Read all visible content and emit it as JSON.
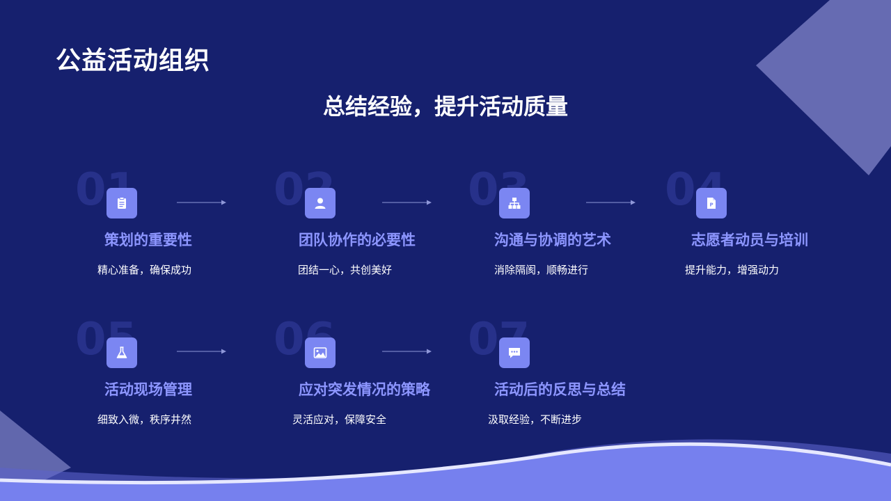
{
  "header": {
    "title": "公益活动组织"
  },
  "subtitle": "总结经验，提升活动质量",
  "steps": [
    {
      "number": "01",
      "icon": "clipboard-icon",
      "title": "策划的重要性",
      "desc": "精心准备，确保成功"
    },
    {
      "number": "02",
      "icon": "user-icon",
      "title": "团队协作的必要性",
      "desc": "团结一心，共创美好"
    },
    {
      "number": "03",
      "icon": "sitemap-icon",
      "title": "沟通与协调的艺术",
      "desc": "消除隔阂，顺畅进行"
    },
    {
      "number": "04",
      "icon": "document-icon",
      "title": "志愿者动员与培训",
      "desc": "提升能力，增强动力"
    },
    {
      "number": "05",
      "icon": "flask-icon",
      "title": "活动现场管理",
      "desc": "细致入微，秩序井然"
    },
    {
      "number": "06",
      "icon": "image-icon",
      "title": "应对突发情况的策略",
      "desc": "灵活应对，保障安全"
    },
    {
      "number": "07",
      "icon": "chat-icon",
      "title": "活动后的反思与总结",
      "desc": "汲取经验，不断进步"
    }
  ],
  "colors": {
    "background": "#16206e",
    "accent": "#7b86f2",
    "step_title": "#8d96ff",
    "number_watermark": "#27318a"
  }
}
